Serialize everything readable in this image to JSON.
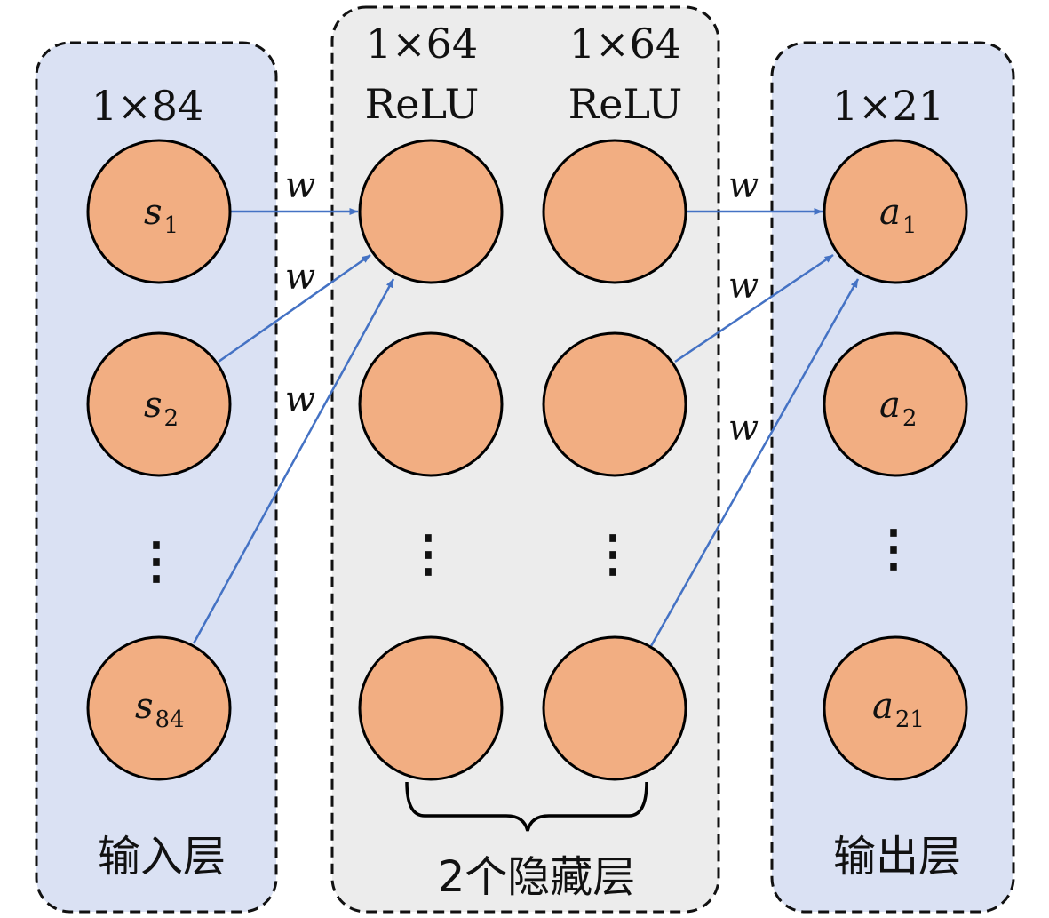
{
  "colors": {
    "input_panel": "#dae1f3",
    "hidden_panel": "#ececec",
    "output_panel": "#dae1f3",
    "node_fill": "#f2ae82",
    "node_stroke": "#000000",
    "arrow": "#4472c4"
  },
  "input_layer": {
    "dims": "1×84",
    "label": "输入层",
    "nodes": [
      {
        "symbol": "s",
        "sub": "1"
      },
      {
        "symbol": "s",
        "sub": "2"
      },
      {
        "symbol": "s",
        "sub": "84"
      }
    ],
    "ellipsis": "⋮"
  },
  "hidden_layers": {
    "layer1": {
      "dims": "1×64",
      "activation": "ReLU"
    },
    "layer2": {
      "dims": "1×64",
      "activation": "ReLU"
    },
    "ellipsis": "⋮",
    "group_label": "2个隐藏层"
  },
  "output_layer": {
    "dims": "1×21",
    "label": "输出层",
    "nodes": [
      {
        "symbol": "a",
        "sub": "1"
      },
      {
        "symbol": "a",
        "sub": "2"
      },
      {
        "symbol": "a",
        "sub": "21"
      }
    ],
    "ellipsis": "⋮"
  },
  "weight_label": "w"
}
